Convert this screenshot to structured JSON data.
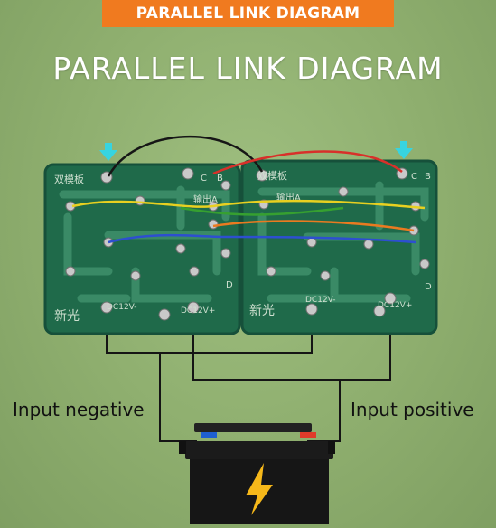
{
  "banner": {
    "text": "PARALLEL LINK DIAGRAM"
  },
  "title": {
    "text": "PARALLEL LINK DIAGRAM"
  },
  "labels": {
    "input_negative": "Input negative",
    "input_positive": "Input positive"
  },
  "board_left": {
    "top_label": "双模板",
    "output_a": "输出A",
    "output_b": "B",
    "output_c": "C",
    "output_d": "D",
    "brand": "新光",
    "dc_neg": "DC12V-",
    "dc_pos": "DC12V+"
  },
  "board_right": {
    "top_label": "双模板",
    "output_a": "输出A",
    "output_b": "B",
    "output_c": "C",
    "output_d": "D",
    "brand": "新光",
    "dc_neg": "DC12V-",
    "dc_pos": "DC12V+"
  },
  "icons": {
    "arrow": "down-arrow-icon",
    "battery": "battery-icon",
    "bolt": "lightning-bolt-icon"
  },
  "colors": {
    "banner": "#f07a1f",
    "board": "#1f6a4a",
    "arrow": "#37d4e0",
    "battery_neg": "#1f5fd0",
    "battery_pos": "#e03a2a",
    "bolt": "#f6b81a"
  }
}
